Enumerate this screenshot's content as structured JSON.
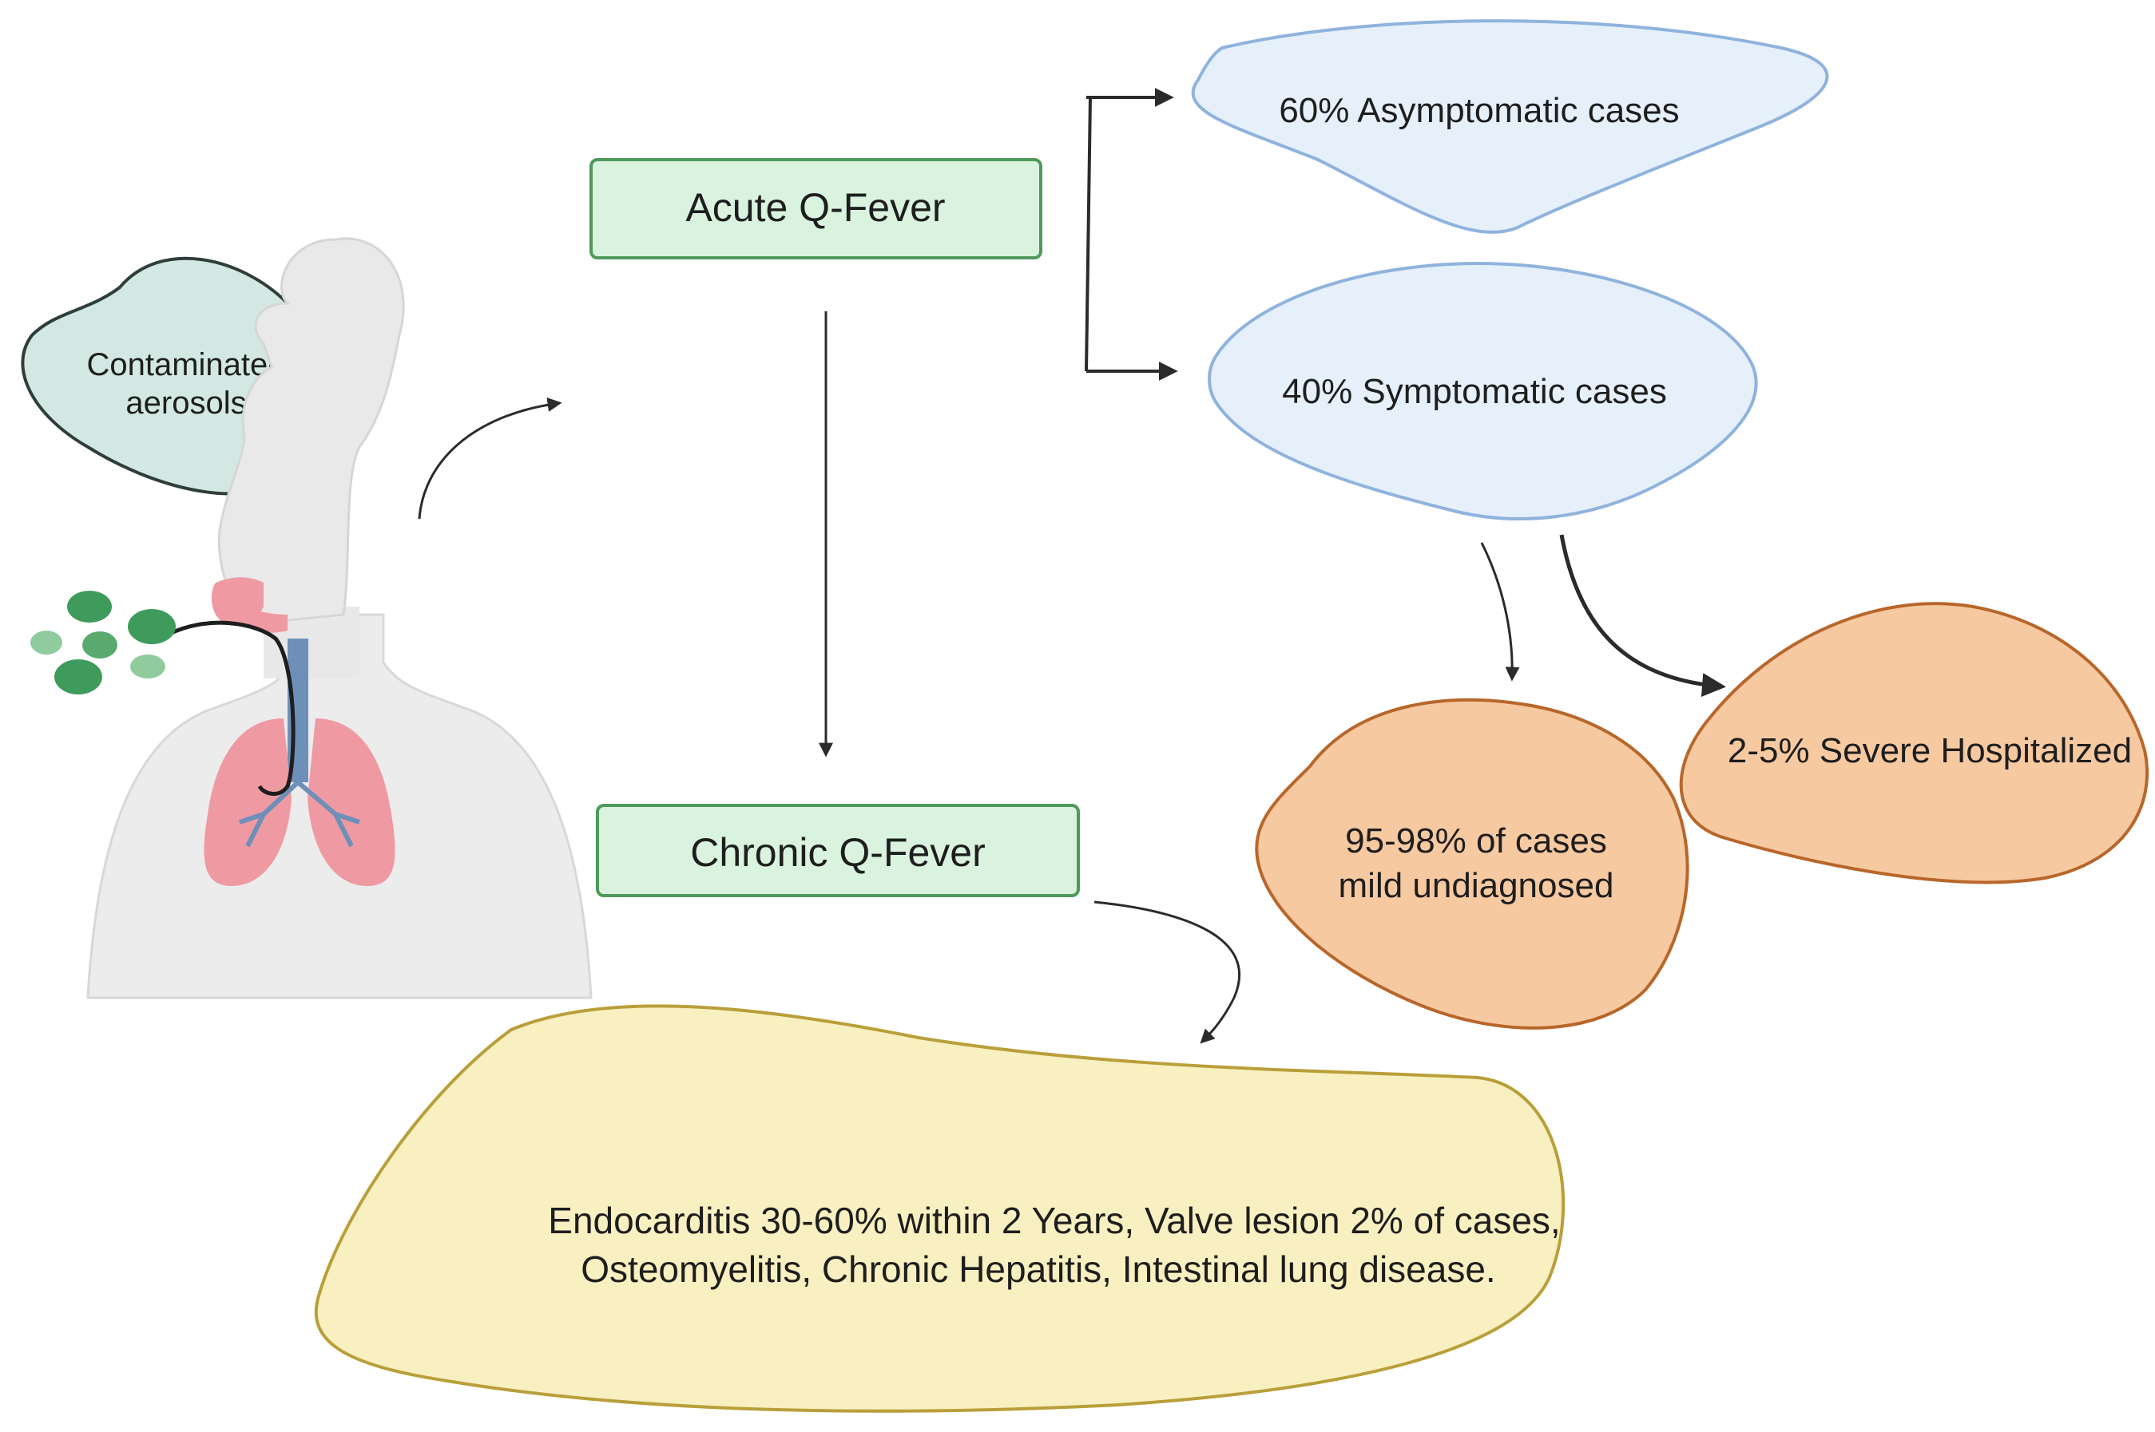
{
  "nodes": {
    "aerosols": {
      "line1": "Contaminated",
      "line2": "aerosols"
    },
    "acute": {
      "label": "Acute Q-Fever"
    },
    "chronic": {
      "label": "Chronic Q-Fever"
    },
    "asymptomatic": {
      "label": "60% Asymptomatic cases"
    },
    "symptomatic": {
      "label": "40% Symptomatic cases"
    },
    "mild": {
      "line1": "95-98% of cases",
      "line2": "mild undiagnosed"
    },
    "severe": {
      "label": "2-5% Severe Hospitalized"
    },
    "chronic_outcomes": {
      "line1": "Endocarditis 30-60% within 2 Years, Valve lesion 2% of cases,",
      "line2": "Osteomyelitis, Chronic Hepatitis, Intestinal lung disease."
    }
  },
  "colors": {
    "green_box_fill": "#d9f3df",
    "green_box_stroke": "#4f9a5a",
    "blue_blob_fill": "#e6f0fb",
    "blue_blob_stroke": "#8fb3dd",
    "orange_blob_fill": "#f6c9a1",
    "orange_blob_stroke": "#b8662a",
    "yellow_blob_fill": "#f8f0c0",
    "yellow_blob_stroke": "#b99f3a",
    "teal_blob_fill": "#d3e8e3",
    "teal_blob_stroke": "#2f3e3b",
    "droplet_green": "#3f9b5c",
    "lung_pink": "#ef9aa2",
    "arrow": "#2b2b2b"
  },
  "icons": [
    "human-respiratory-icon",
    "aerosol-droplet-icon"
  ]
}
